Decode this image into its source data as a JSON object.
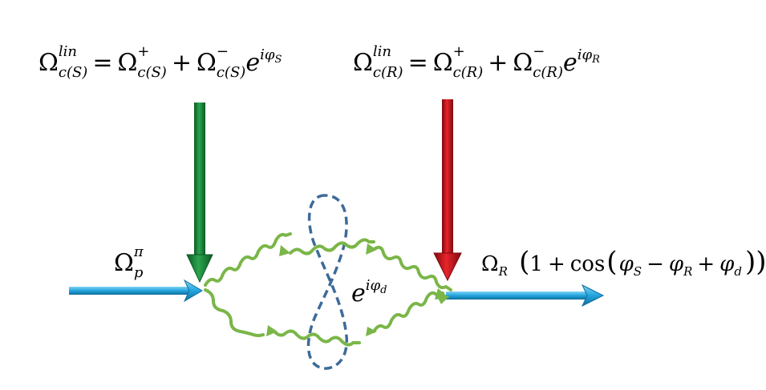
{
  "equations": {
    "source": {
      "lhs_symbol": "Ω",
      "lhs_sup": "lin",
      "lhs_sub": "c(S)",
      "equals": "=",
      "term1_symbol": "Ω",
      "term1_sup": "+",
      "term1_sub": "c(S)",
      "plus": "+",
      "term2_symbol": "Ω",
      "term2_sup": "−",
      "term2_sub": "c(S)",
      "exp_base": "e",
      "exp_power": "iφ",
      "exp_power_sub": "S"
    },
    "reference": {
      "lhs_symbol": "Ω",
      "lhs_sup": "lin",
      "lhs_sub": "c(R)",
      "equals": "=",
      "term1_symbol": "Ω",
      "term1_sup": "+",
      "term1_sub": "c(R)",
      "plus": "+",
      "term2_symbol": "Ω",
      "term2_sup": "−",
      "term2_sub": "c(R)",
      "exp_base": "e",
      "exp_power": "iφ",
      "exp_power_sub": "R"
    },
    "probe": {
      "symbol": "Ω",
      "sup": "π",
      "sub": "p"
    },
    "phase": {
      "base": "e",
      "power": "iφ",
      "power_sub": "d"
    },
    "output": {
      "symbol": "Ω",
      "sub": "R",
      "open": "(",
      "one": "1",
      "plus": "+",
      "cos": "cos",
      "open2": "(",
      "phi_s": "φ",
      "phi_s_sub": "S",
      "minus": "−",
      "phi_r": "φ",
      "phi_r_sub": "R",
      "plus2": "+",
      "phi_d": "φ",
      "phi_d_sub": "d",
      "close": "))"
    }
  },
  "colors": {
    "green_arrow": "#1f8a3c",
    "red_arrow": "#c8141a",
    "cyan_arrow": "#2aa8e0",
    "wavy_path": "#7ab648",
    "dashed_loop": "#3d6b99"
  }
}
